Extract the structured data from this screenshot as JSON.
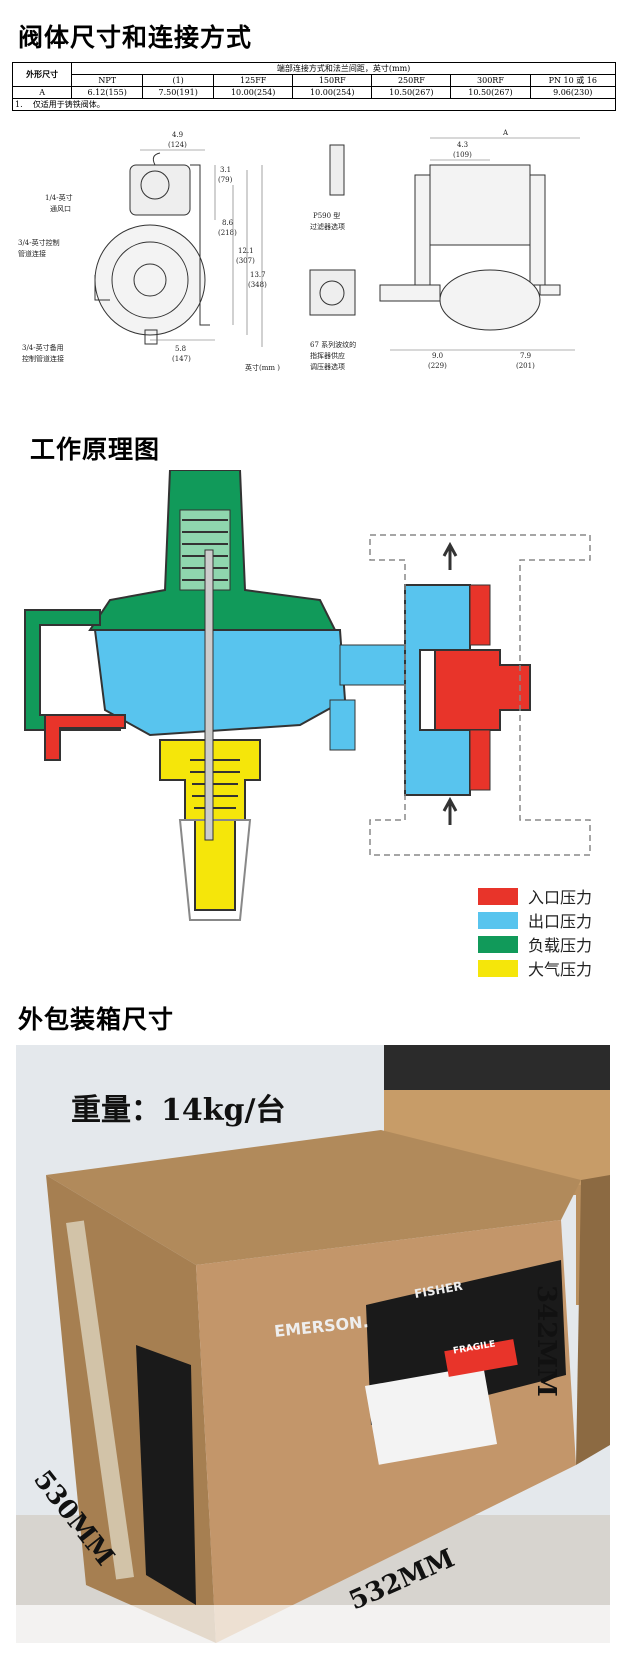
{
  "headings": {
    "dimensions": "阀体尺寸和连接方式",
    "principle": "工作原理图",
    "packing": "外包装箱尺寸"
  },
  "spec_table": {
    "row_header": "外形尺寸",
    "group_header": "端部连接方式和法兰间距，英寸(mm)",
    "columns": [
      "NPT",
      "(1)",
      "125FF",
      "150RF",
      "250RF",
      "300RF",
      "PN 10 或 16"
    ],
    "row_label": "A",
    "values": [
      "6.12(155)",
      "7.50(191)",
      "10.00(254)",
      "10.00(254)",
      "10.50(267)",
      "10.50(267)",
      "9.06(230)"
    ],
    "footnote_num": "1.",
    "footnote": "仅适用于铸铁阀体。"
  },
  "drawing_labels": {
    "vent": [
      "1/4-英寸",
      "通风口"
    ],
    "control": [
      "3/4-英寸控制",
      "管道连接"
    ],
    "backup": [
      "3/4-英寸备用",
      "控制管道连接"
    ],
    "d1": [
      "4.9",
      "(124)"
    ],
    "d2": [
      "3.1",
      "(79)"
    ],
    "d3": [
      "8.6",
      "(218)"
    ],
    "d4": [
      "12.1",
      "(307)"
    ],
    "d5": [
      "13.7",
      "(348)"
    ],
    "d6": [
      "5.8",
      "(147)"
    ],
    "unit": "英寸(mm )",
    "filter": [
      "P590 型",
      "过滤器选项"
    ],
    "pilot": [
      "67 系列波纹的",
      "指挥器供应",
      "调压器选项"
    ],
    "dA": "A",
    "d7": [
      "4.3",
      "(109)"
    ],
    "d8": [
      "9.0",
      "(229)"
    ],
    "d9": [
      "7.9",
      "(201)"
    ]
  },
  "legend": [
    {
      "label": "入口压力",
      "color": "#e8342a"
    },
    {
      "label": "出口压力",
      "color": "#58c4ee"
    },
    {
      "label": "负载压力",
      "color": "#119a5a"
    },
    {
      "label": "大气压力",
      "color": "#f5e60a"
    }
  ],
  "photo": {
    "weight": "重量：14kg/台",
    "width": "532MM",
    "depth": "530MM",
    "height": "342MM",
    "brand": "EMERSON.",
    "brand2": "FISHER",
    "fragile": "FRAGILE"
  }
}
